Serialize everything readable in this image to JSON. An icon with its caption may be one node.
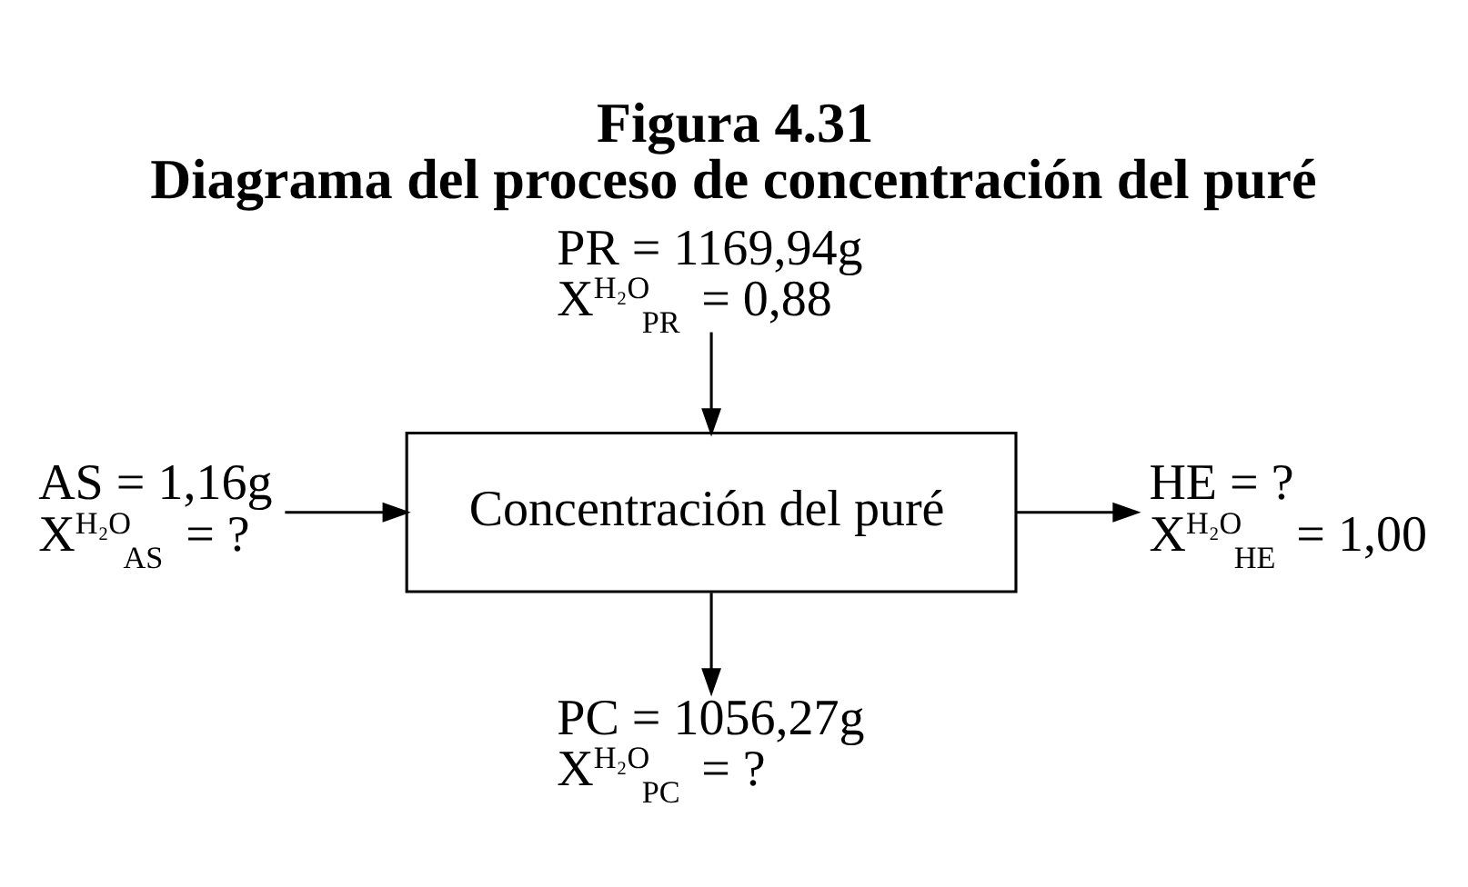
{
  "diagram": {
    "title": "Figura 4.31",
    "caption": "Diagrama del proceso de concentración del puré",
    "nodes": [
      {
        "text": [
          "PR = 1169,94g",
          "X$^{H₂O}$$_{PR}$ = 0,88"
        ]
      },
      {
        "text": [
          "AS = 1,16g",
          "X$^{H₂O}$$_{AS}$ = ?"
        ]
      },
      {
        "text": [
          "Concentración del puré"
        ]
      },
      {
        "text": [
          "HE = ?",
          "X$^{H₂O}$$_{HE}$ = 1,00"
        ]
      },
      {
        "text": [
          "PC = 1056,27g",
          "X$^{H₂O}$$_{PC}$ = ?"
        ]
      }
    ],
    "edges": [
      {
        "from": 0,
        "to": 2,
        "arrow": "to"
      },
      {
        "from": 1,
        "to": 2,
        "arrow": "to"
      },
      {
        "from": 2,
        "to": 3,
        "arrow": "to"
      },
      {
        "from": 2,
        "to": 4,
        "arrow": "to"
      }
    ]
  }
}
